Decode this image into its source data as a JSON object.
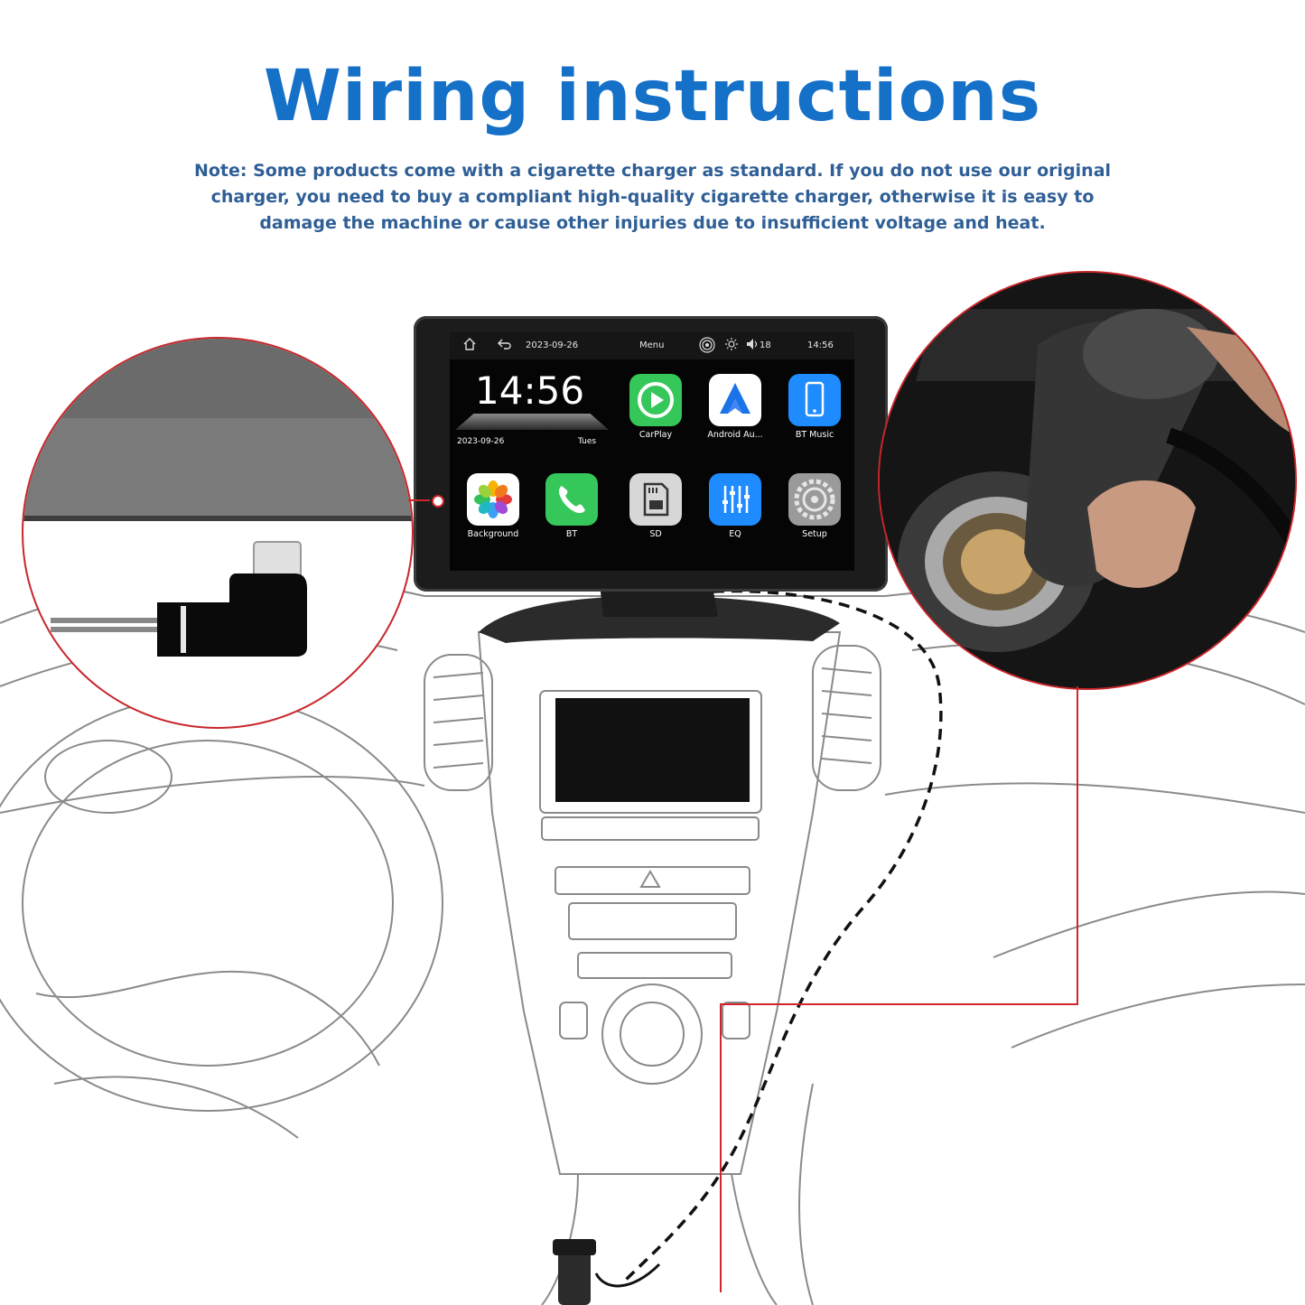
{
  "header": {
    "title": "Wiring instructions",
    "note": "Note: Some products come with a cigarette charger as standard. If you do not use our original charger, you need to buy a compliant high-quality cigarette charger, otherwise it is easy to damage the machine or cause other injuries due to insufficient voltage and heat."
  },
  "device": {
    "status_bar": {
      "date": "2023-09-26",
      "menu_label": "Menu",
      "volume": "18",
      "time": "14:56"
    },
    "clock_widget": {
      "time": "14:56",
      "date": "2023-09-26",
      "day": "Tues"
    },
    "apps": [
      {
        "label": "CarPlay",
        "icon": "carplay-icon",
        "color": "#35c759"
      },
      {
        "label": "Android Au...",
        "icon": "android-auto-icon",
        "color": "#ffffff"
      },
      {
        "label": "BT Music",
        "icon": "phone-device-icon",
        "color": "#1e8bff"
      },
      {
        "label": "Background",
        "icon": "photos-flower-icon",
        "color": "#ffffff"
      },
      {
        "label": "BT",
        "icon": "phone-handset-icon",
        "color": "#35c759"
      },
      {
        "label": "SD",
        "icon": "sd-card-icon",
        "color": "#d7d7d7"
      },
      {
        "label": "EQ",
        "icon": "equalizer-icon",
        "color": "#1e8bff"
      },
      {
        "label": "Setup",
        "icon": "settings-gear-icon",
        "color": "#9a9a9a"
      }
    ]
  },
  "colors": {
    "title": "#1570c8",
    "note": "#2f5f96",
    "callout": "#d0262b"
  }
}
